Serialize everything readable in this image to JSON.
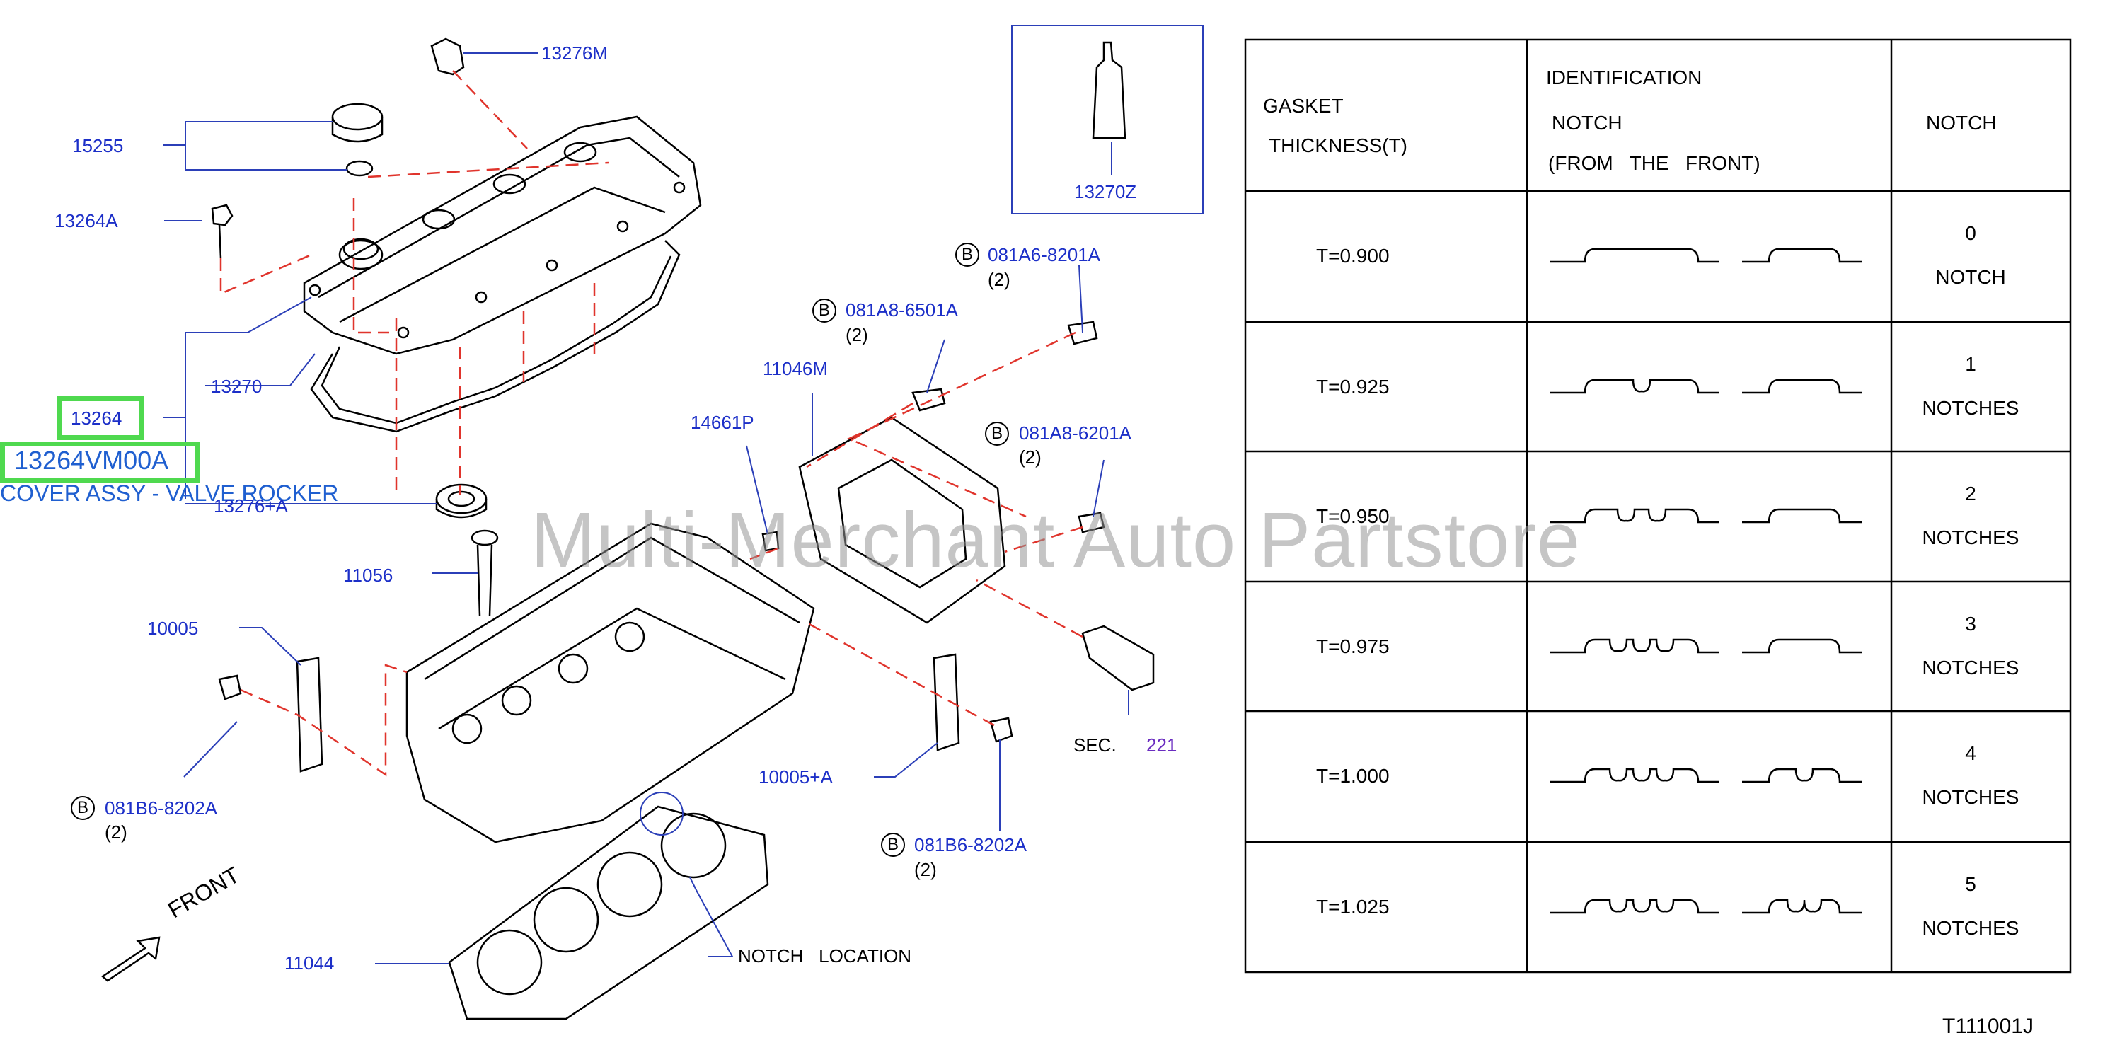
{
  "callouts": {
    "p13276M": "13276M",
    "p15255": "15255",
    "p13264A": "13264A",
    "p13264": "13264",
    "p13264VM00A": "13264VM00A",
    "cover_desc": "COVER ASSY - VALVE ROCKER",
    "p13270": "13270",
    "p13276A": "13276+A",
    "p11056": "11056",
    "p10005": "10005",
    "p081B6_8202A_left": "081B6-8202A",
    "qty_left": "(2)",
    "p11044": "11044",
    "front": "FRONT",
    "p13270Z": "13270Z",
    "p081A6_8201A": "081A6-8201A",
    "qty_a6": "(2)",
    "p081A8_6501A": "081A8-6501A",
    "qty_a8_65": "(2)",
    "p11046M": "11046M",
    "p14661P": "14661P",
    "p081A8_6201A": "081A8-6201A",
    "qty_a8_62": "(2)",
    "sec_label": "SEC.",
    "sec_num": "221",
    "p10005A": "10005+A",
    "p081B6_8202A_right": "081B6-8202A",
    "qty_right": "(2)",
    "notch_location": "NOTCH   LOCATION",
    "b_marker": "B"
  },
  "watermark": "Multi-Merchant Auto Partstore",
  "table": {
    "h_gasket_1": "GASKET",
    "h_gasket_2": "THICKNESS(T)",
    "h_ident_1": "IDENTIFICATION",
    "h_ident_2": "NOTCH",
    "h_ident_3": "(FROM   THE   FRONT)",
    "h_notch": "NOTCH",
    "rows": [
      {
        "t": "T=0.900",
        "count": "0",
        "unit": "NOTCH",
        "notches": 0
      },
      {
        "t": "T=0.925",
        "count": "1",
        "unit": "NOTCHES",
        "notches": 1
      },
      {
        "t": "T=0.950",
        "count": "2",
        "unit": "NOTCHES",
        "notches": 2
      },
      {
        "t": "T=0.975",
        "count": "3",
        "unit": "NOTCHES",
        "notches": 3
      },
      {
        "t": "T=1.000",
        "count": "4",
        "unit": "NOTCHES",
        "notches": 4
      },
      {
        "t": "T=1.025",
        "count": "5",
        "unit": "NOTCHES",
        "notches": 5
      }
    ]
  },
  "diagram_code": "T111001J",
  "colors": {
    "callout_blue": "#1c2fc8",
    "dash_red": "#e0342c",
    "highlight_green": "#4fd94f",
    "leader_blue": "#2b3fb8",
    "sec_purple": "#6a2cc0"
  }
}
